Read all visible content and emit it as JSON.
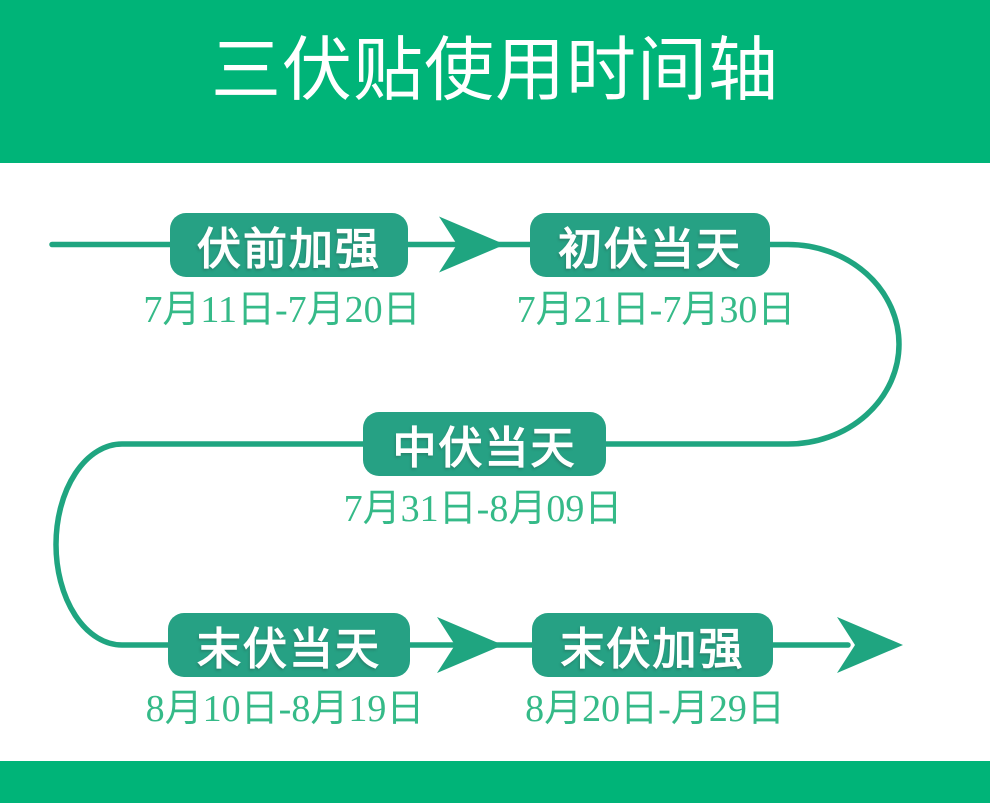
{
  "page": {
    "title": "三伏贴使用时间轴"
  },
  "colors": {
    "band_green": "#00b478",
    "box_green": "#26a184",
    "line_green": "#1fa580",
    "date_text_green": "#35ba88",
    "title_white": "#ffffff"
  },
  "timeline": {
    "stages": [
      {
        "label": "伏前加强",
        "date": "7月11日-7月20日"
      },
      {
        "label": "初伏当天",
        "date": "7月21日-7月30日"
      },
      {
        "label": "中伏当天",
        "date": "7月31日-8月09日"
      },
      {
        "label": "末伏当天",
        "date": "8月10日-8月19日"
      },
      {
        "label": "末伏加强",
        "date": "8月20日-月29日"
      }
    ]
  }
}
